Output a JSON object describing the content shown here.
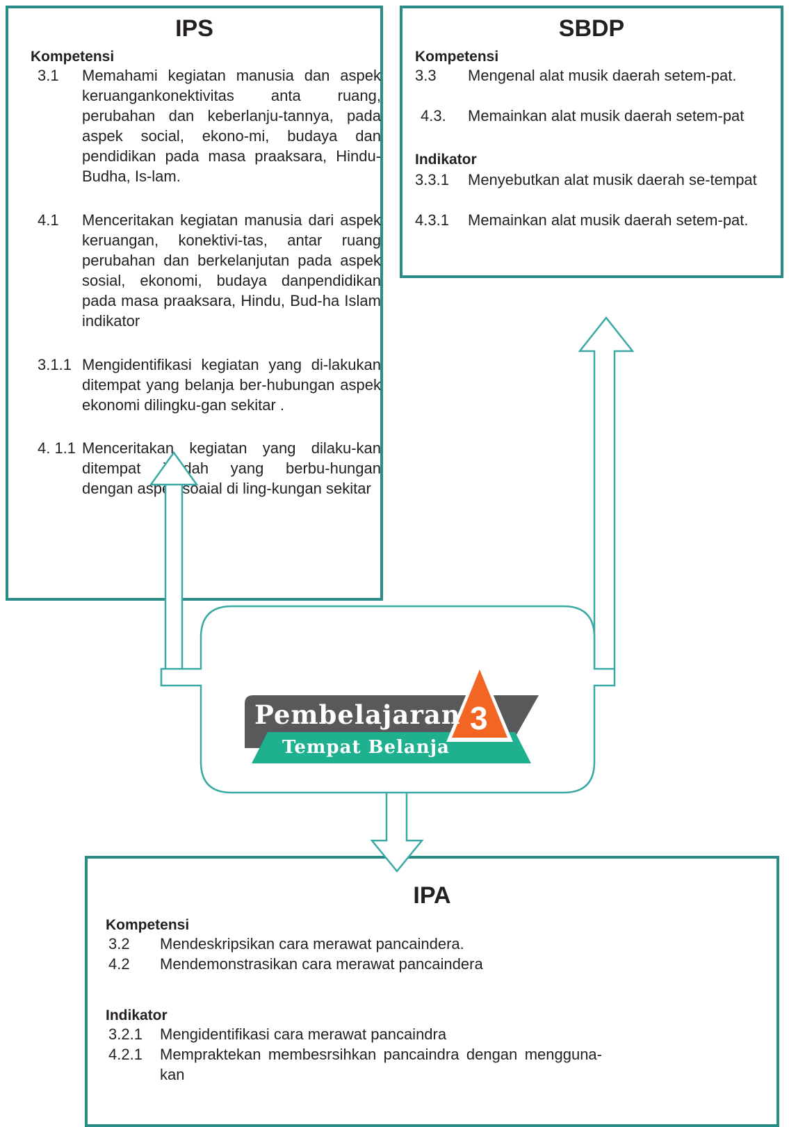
{
  "ips": {
    "title": "IPS",
    "heading": "Kompetensi",
    "items": [
      {
        "num": "3.1",
        "text": "Memahami kegiatan manusia dan aspek keruangankonektivitas anta ruang, perubahan dan keberlanju-tannya, pada aspek social, ekono-mi, budaya dan pendidikan pada masa praaksara, Hindu-Budha, Is-lam."
      },
      {
        "num": "4.1",
        "text": "Menceritakan kegiatan manusia dari aspek keruangan, konektivi-tas, antar ruang perubahan dan berkelanjutan pada aspek sosial, ekonomi, budaya danpendidikan pada masa praaksara, Hindu, Bud-ha Islam indikator"
      },
      {
        "num": "3.1.1",
        "text": "Mengidentifikasi kegiatan yang di-lakukan ditempat yang belanja ber-hubungan aspek ekonomi dilingku-gan sekitar ."
      },
      {
        "num": "4. 1.1",
        "text": "Menceritakan kegiatan yang dilaku-kan ditempat ibadah yang berbu-hungan dengan aspek soaial di ling-kungan sekitar"
      }
    ]
  },
  "sbdp": {
    "title": "SBDP",
    "heading": "Kompetensi",
    "items": [
      {
        "num": "3.3",
        "text": "Mengenal alat musik daerah setem-pat."
      },
      {
        "num": "4.3.",
        "text": "Memainkan alat musik daerah setem-pat"
      }
    ],
    "indikator_heading": "Indikator",
    "indikator": [
      {
        "num": "3.3.1",
        "text": "Menyebutkan alat musik daerah se-tempat"
      },
      {
        "num": "4.3.1",
        "text": "Memainkan alat musik daerah setem-pat."
      }
    ]
  },
  "ipa": {
    "title": "IPA",
    "heading": "Kompetensi",
    "items": [
      {
        "num": "3.2",
        "text": "Mendeskripsikan cara merawat pancaindera."
      },
      {
        "num": "4.2",
        "text": "Mendemonstrasikan cara merawat pancaindera"
      }
    ],
    "indikator_heading": "Indikator",
    "indikator": [
      {
        "num": "3.2.1",
        "text": "Mengidentifikasi cara merawat pancaindra"
      },
      {
        "num": "4.2.1",
        "text": "Mempraktekan membesrsihkan pancaindra dengan mengguna-kan"
      }
    ]
  },
  "center": {
    "title": "Pembelajaran",
    "number": "3",
    "subtitle": "Tempat Belanja"
  },
  "colors": {
    "border_teal": "#2a8c86",
    "arrow_teal": "#3aa9a5",
    "dark_banner": "#58595b",
    "green_banner": "#1fb08f",
    "orange": "#f26522"
  }
}
